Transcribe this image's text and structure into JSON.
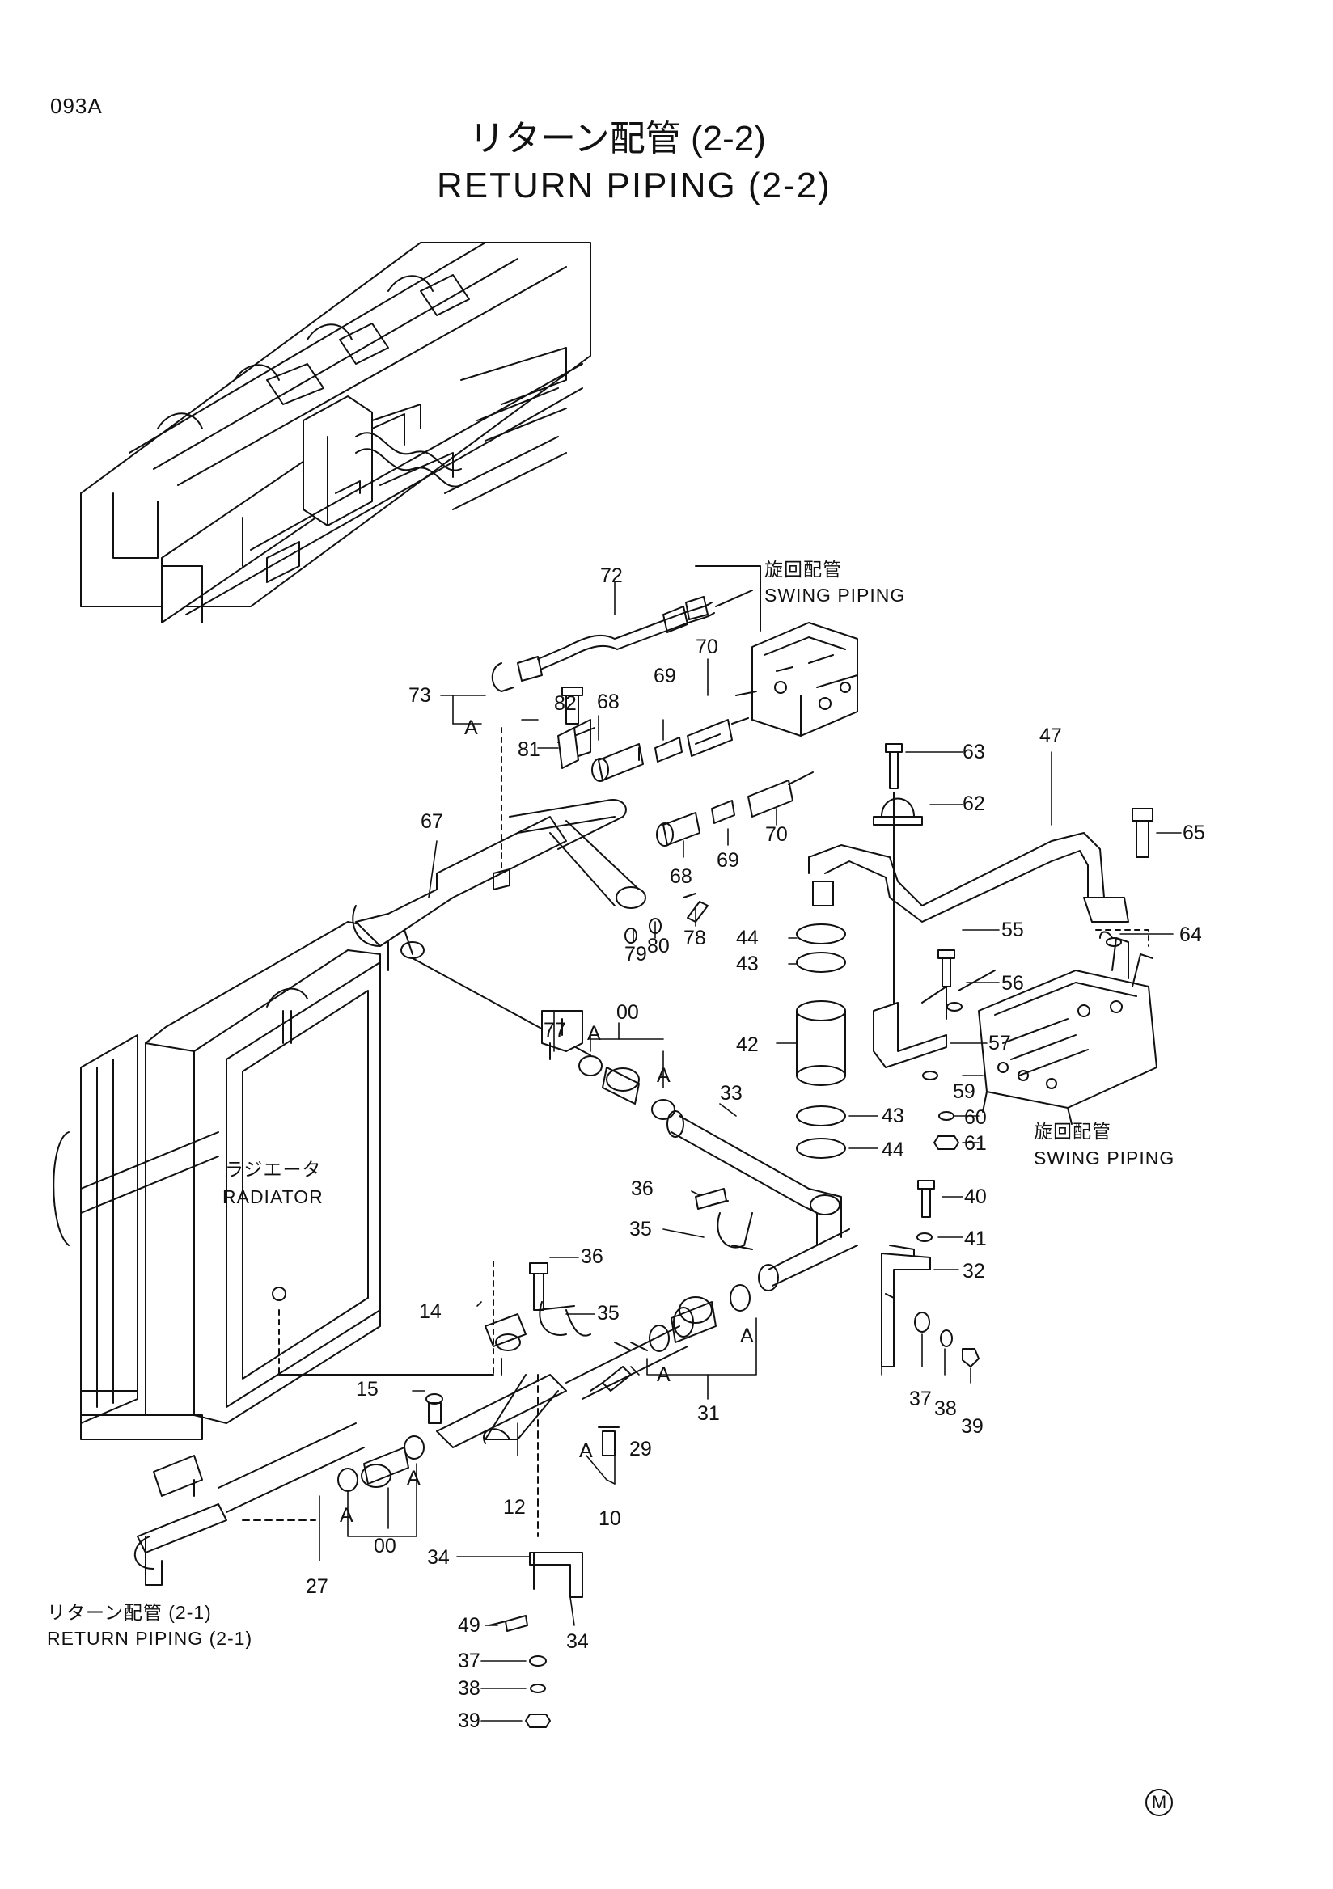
{
  "page": {
    "code": "093A",
    "title_jp": "リターン配管 (2-2)",
    "title_en": "RETURN PIPING (2-2)",
    "mark": "M"
  },
  "labels": {
    "swing_top_jp": "旋回配管",
    "swing_top_en": "SWING PIPING",
    "swing_right_jp": "旋回配管",
    "swing_right_en": "SWING PIPING",
    "radiator_jp": "ラジエータ",
    "radiator_en": "RADIATOR",
    "return_jp": "リターン配管 (2-1)",
    "return_en": "RETURN PIPING (2-1)"
  },
  "part_numbers": {
    "p72": "72",
    "p73": "73",
    "p82": "82",
    "p68a": "68",
    "p69a": "69",
    "p70a": "70",
    "p81": "81",
    "p67": "67",
    "p68b": "68",
    "p69b": "69",
    "p70b": "70",
    "p63": "63",
    "p62": "62",
    "p47": "47",
    "p65": "65",
    "p79": "79",
    "p80": "80",
    "p78": "78",
    "p77": "77",
    "p44a": "44",
    "p43a": "43",
    "p42": "42",
    "p55": "55",
    "p56": "56",
    "p64": "64",
    "p57": "57",
    "p59": "59",
    "p60": "60",
    "p61": "61",
    "p43b": "43",
    "p44b": "44",
    "p00a": "00",
    "p33": "33",
    "p36a": "36",
    "p35a": "35",
    "p40": "40",
    "p41": "41",
    "p32": "32",
    "p36b": "36",
    "p35b": "35",
    "p14": "14",
    "p15": "15",
    "p31": "31",
    "p29": "29",
    "p37a": "37",
    "p38a": "38",
    "p39a": "39",
    "p12": "12",
    "p10": "10",
    "p00b": "00",
    "p27": "27",
    "p34a": "34",
    "p34b": "34",
    "p49": "49",
    "p37b": "37",
    "p38b": "38",
    "p39b": "39"
  },
  "ref_marks": {
    "a1": "A",
    "a2": "A",
    "a3": "A",
    "a4": "A",
    "a5": "A",
    "a6": "A",
    "a7": "A",
    "a8": "A"
  }
}
